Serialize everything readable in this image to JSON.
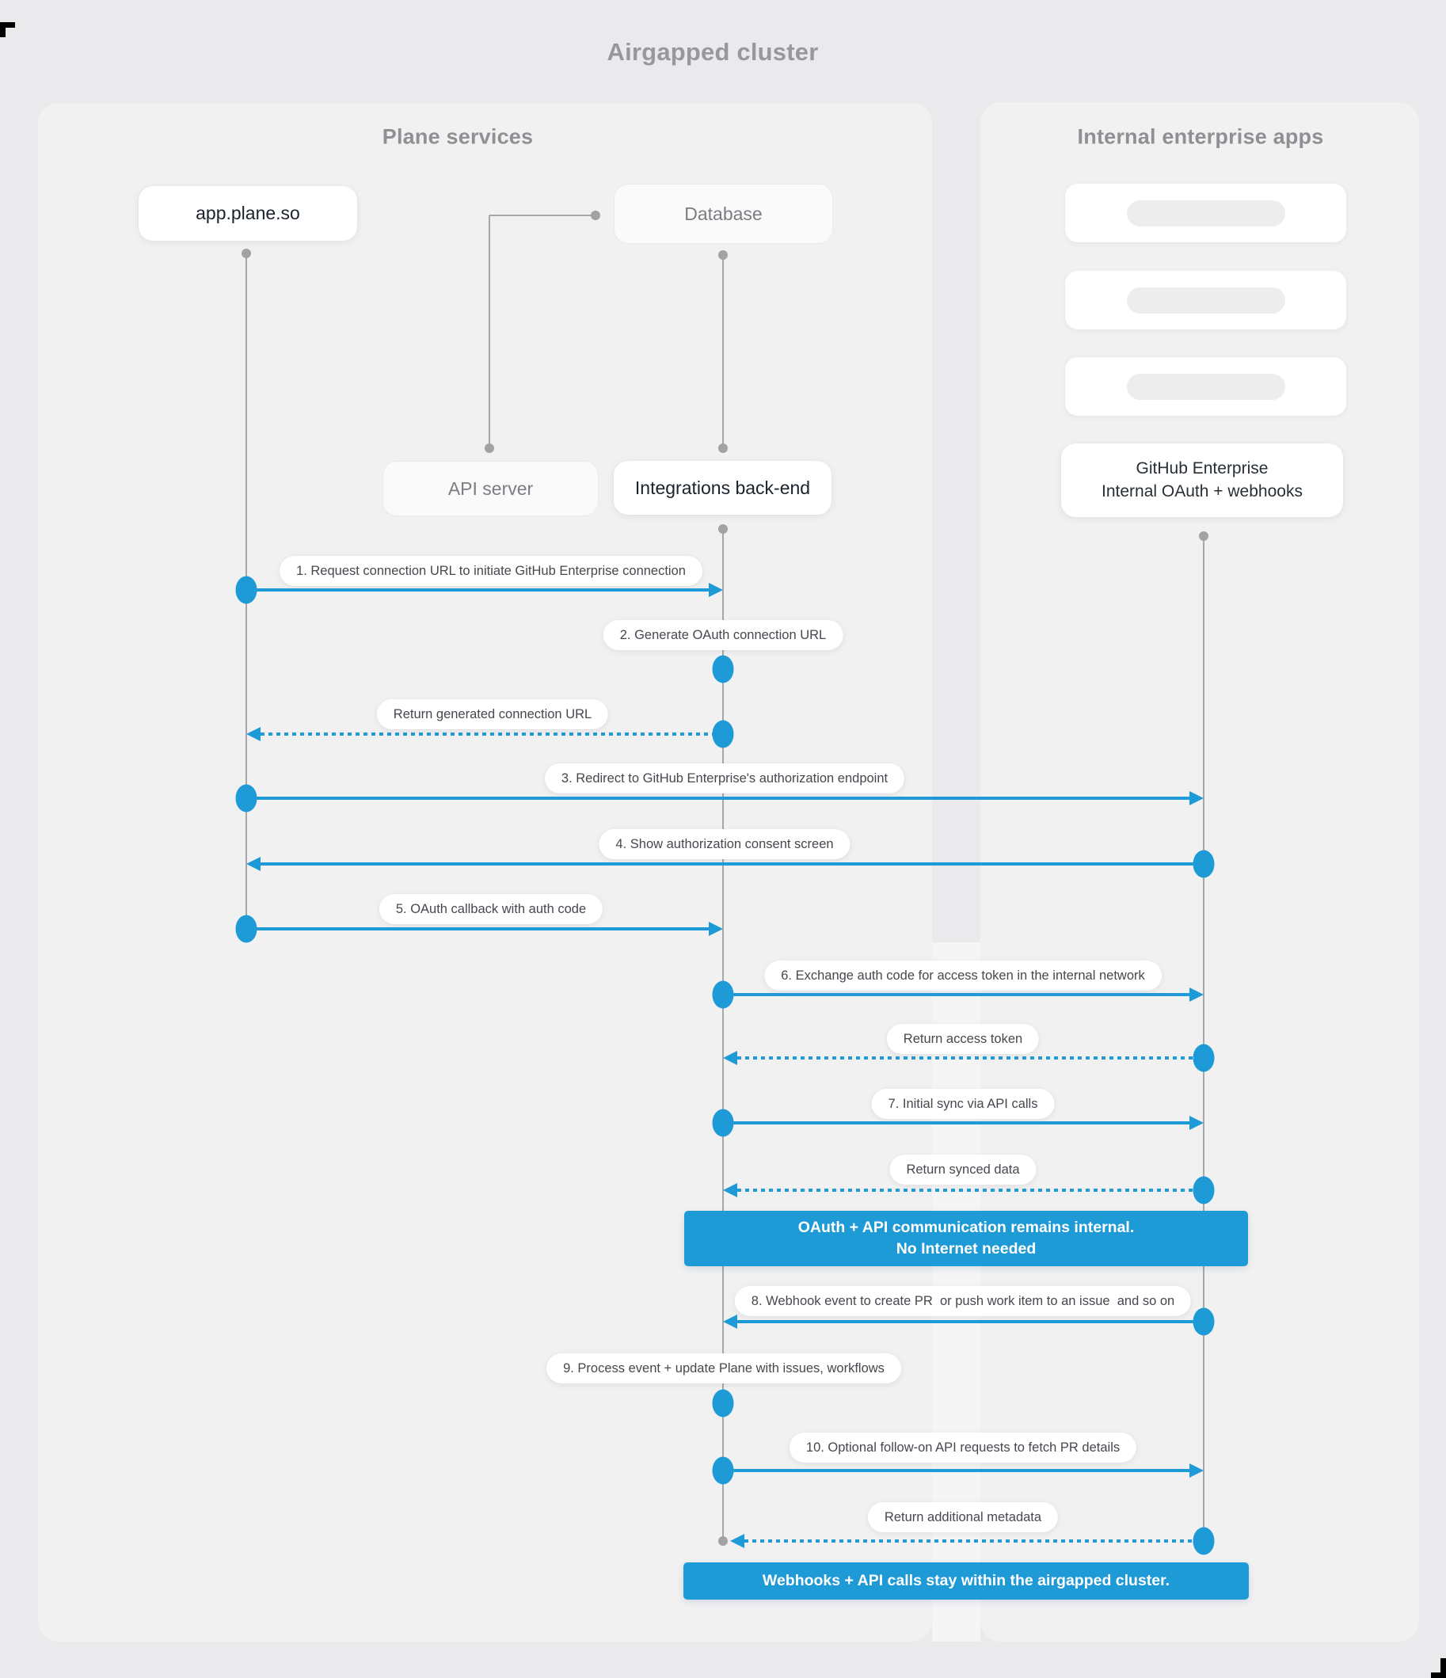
{
  "title": "Airgapped cluster",
  "colors": {
    "accent": "#1e9ad6"
  },
  "panels": {
    "plane": {
      "title": "Plane services"
    },
    "internal": {
      "title": "Internal enterprise apps"
    }
  },
  "actors": {
    "app": {
      "label": "app.plane.so"
    },
    "database": {
      "label": "Database"
    },
    "api_server": {
      "label": "API server"
    },
    "integrations": {
      "label": "Integrations back-end"
    },
    "github": {
      "line1": "GitHub Enterprise",
      "line2": "Internal OAuth + webhooks"
    }
  },
  "placeholders": {
    "count": 3
  },
  "messages": [
    {
      "label": "1. Request connection URL to initiate GitHub Enterprise connection",
      "from": "app",
      "to": "integrations",
      "line": "solid"
    },
    {
      "label": "2. Generate OAuth connection URL",
      "from": "integrations",
      "to": "integrations",
      "line": "self"
    },
    {
      "label": "Return generated connection URL",
      "from": "integrations",
      "to": "app",
      "line": "dashed"
    },
    {
      "label": "3. Redirect to GitHub Enterprise's authorization endpoint",
      "from": "app",
      "to": "github",
      "line": "solid"
    },
    {
      "label": "4. Show authorization consent screen",
      "from": "github",
      "to": "app",
      "line": "solid"
    },
    {
      "label": "5. OAuth callback with auth code",
      "from": "app",
      "to": "integrations",
      "line": "solid"
    },
    {
      "label": "6. Exchange auth code for access token in the internal network",
      "from": "integrations",
      "to": "github",
      "line": "solid"
    },
    {
      "label": "Return access token",
      "from": "github",
      "to": "integrations",
      "line": "dashed"
    },
    {
      "label": "7. Initial sync via API calls",
      "from": "integrations",
      "to": "github",
      "line": "solid"
    },
    {
      "label": "Return synced data",
      "from": "github",
      "to": "integrations",
      "line": "dashed"
    },
    {
      "label": "8. Webhook event to create PR  or push work item to an issue  and so on",
      "from": "github",
      "to": "integrations",
      "line": "solid"
    },
    {
      "label": "9. Process event + update Plane with issues, workflows",
      "from": "integrations",
      "to": "integrations",
      "line": "self"
    },
    {
      "label": "10. Optional follow-on API requests to fetch PR details",
      "from": "integrations",
      "to": "github",
      "line": "solid"
    },
    {
      "label": "Return additional metadata",
      "from": "github",
      "to": "integrations",
      "line": "dashed",
      "end_marker": "gray-dot"
    }
  ],
  "banners": [
    {
      "lines": [
        "OAuth + API communication remains internal.",
        "No Internet needed"
      ]
    },
    {
      "lines": [
        "Webhooks + API calls stay within the airgapped cluster."
      ]
    }
  ]
}
